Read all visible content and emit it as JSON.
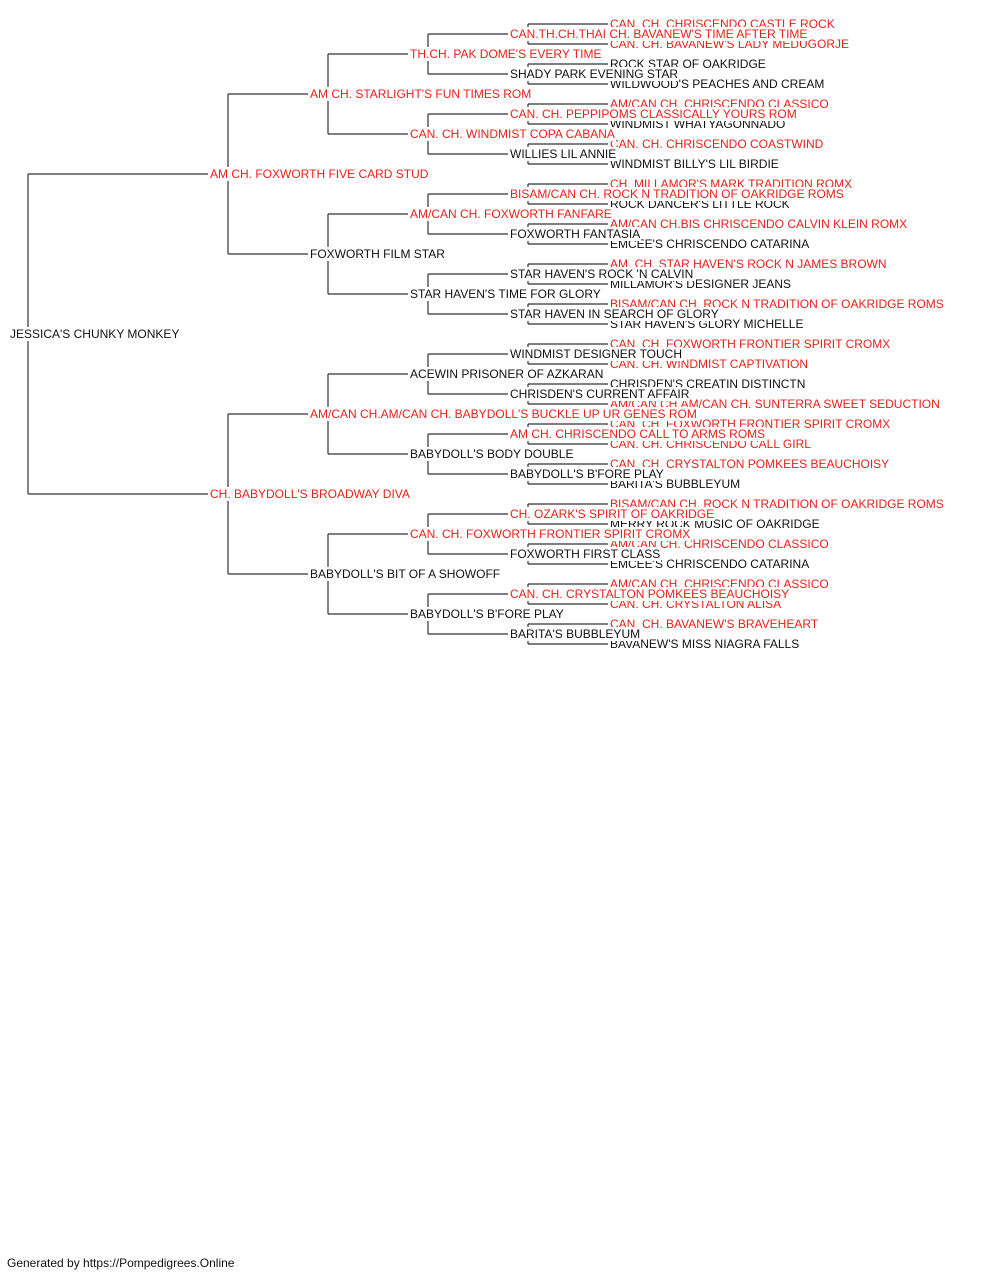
{
  "colors": {
    "champion": "#e8211b",
    "normal": "#111111",
    "line": "#333333"
  },
  "subject": {
    "name": "JESSICA'S CHUNKY MONKEY",
    "ch": false
  },
  "sire": {
    "name": "AM CH. FOXWORTH FIVE CARD STUD",
    "ch": true,
    "sire": {
      "name": "AM CH. STARLIGHT'S FUN TIMES ROM",
      "ch": true,
      "sire": {
        "name": "TH.CH. PAK DOME'S EVERY TIME",
        "ch": true,
        "sire": {
          "name": "CAN.TH.CH.THAI CH. BAVANEW'S TIME AFTER TIME",
          "ch": true,
          "sire": {
            "name": "CAN. CH. CHRISCENDO CASTLE ROCK",
            "ch": true
          },
          "dam": {
            "name": "CAN. CH. BAVANEW'S LADY MEDUGORJE",
            "ch": true
          }
        },
        "dam": {
          "name": "SHADY PARK EVENING STAR",
          "ch": false,
          "sire": {
            "name": "ROCK STAR OF OAKRIDGE",
            "ch": false
          },
          "dam": {
            "name": "WILDWOOD'S PEACHES AND CREAM",
            "ch": false
          }
        }
      },
      "dam": {
        "name": "CAN. CH. WINDMIST COPA CABANA",
        "ch": true,
        "sire": {
          "name": "CAN. CH. PEPPIPOMS CLASSICALLY YOURS ROM",
          "ch": true,
          "sire": {
            "name": "AM/CAN CH. CHRISCENDO CLASSICO",
            "ch": true
          },
          "dam": {
            "name": "WINDMIST WHATYAGONNADO",
            "ch": false
          }
        },
        "dam": {
          "name": "WILLIES LIL ANNIE",
          "ch": false,
          "sire": {
            "name": "CAN. CH. CHRISCENDO COASTWIND",
            "ch": true
          },
          "dam": {
            "name": "WINDMIST BILLY'S LIL BIRDIE",
            "ch": false
          }
        }
      }
    },
    "dam": {
      "name": "FOXWORTH FILM STAR",
      "ch": false,
      "sire": {
        "name": "AM/CAN CH. FOXWORTH FANFARE",
        "ch": true,
        "sire": {
          "name": "BISAM/CAN CH. ROCK N TRADITION OF OAKRIDGE ROMS",
          "ch": true,
          "sire": {
            "name": "CH. MILLAMOR'S MARK TRADITION ROMX",
            "ch": true
          },
          "dam": {
            "name": "ROCK DANCER'S LITTLE ROCK",
            "ch": false
          }
        },
        "dam": {
          "name": "FOXWORTH FANTASIA",
          "ch": false,
          "sire": {
            "name": "AM/CAN CH.BIS CHRISCENDO CALVIN KLEIN ROMX",
            "ch": true
          },
          "dam": {
            "name": "EMCEE'S CHRISCENDO CATARINA",
            "ch": false
          }
        }
      },
      "dam": {
        "name": "STAR HAVEN'S TIME FOR GLORY",
        "ch": false,
        "sire": {
          "name": "STAR HAVEN'S ROCK 'N CALVIN",
          "ch": false,
          "sire": {
            "name": "AM. CH. STAR HAVEN'S ROCK N JAMES BROWN",
            "ch": true
          },
          "dam": {
            "name": "MILLAMOR'S DESIGNER JEANS",
            "ch": false
          }
        },
        "dam": {
          "name": "STAR HAVEN IN SEARCH OF GLORY",
          "ch": false,
          "sire": {
            "name": "BISAM/CAN CH. ROCK N TRADITION OF OAKRIDGE ROMS",
            "ch": true
          },
          "dam": {
            "name": "STAR HAVEN'S GLORY MICHELLE",
            "ch": false
          }
        }
      }
    }
  },
  "dam": {
    "name": "CH. BABYDOLL'S BROADWAY DIVA",
    "ch": true,
    "sire": {
      "name": "AM/CAN CH.AM/CAN CH. BABYDOLL'S BUCKLE UP UR GENES ROM",
      "ch": true,
      "sire": {
        "name": "ACEWIN PRISONER OF AZKARAN",
        "ch": false,
        "sire": {
          "name": "WINDMIST DESIGNER TOUCH",
          "ch": false,
          "sire": {
            "name": "CAN. CH. FOXWORTH FRONTIER SPIRIT CROMX",
            "ch": true
          },
          "dam": {
            "name": "CAN. CH. WINDMIST CAPTIVATION",
            "ch": true
          }
        },
        "dam": {
          "name": "CHRISDEN'S CURRENT AFFAIR",
          "ch": false,
          "sire": {
            "name": "CHRISDEN'S CREATIN DISTINCTN",
            "ch": false
          },
          "dam": {
            "name": "AM/CAN CH.AM/CAN CH. SUNTERRA SWEET SEDUCTION",
            "ch": true
          }
        }
      },
      "dam": {
        "name": "BABYDOLL'S BODY DOUBLE",
        "ch": false,
        "sire": {
          "name": "AM CH. CHRISCENDO CALL TO ARMS ROMS",
          "ch": true,
          "sire": {
            "name": "CAN. CH. FOXWORTH FRONTIER SPIRIT CROMX",
            "ch": true
          },
          "dam": {
            "name": "CAN. CH. CHRISCENDO CALL GIRL",
            "ch": true
          }
        },
        "dam": {
          "name": "BABYDOLL'S B'FORE PLAY",
          "ch": false,
          "sire": {
            "name": "CAN. CH. CRYSTALTON POMKEES BEAUCHOISY",
            "ch": true
          },
          "dam": {
            "name": "BARITA'S BUBBLEYUM",
            "ch": false
          }
        }
      }
    },
    "dam": {
      "name": "BABYDOLL'S BIT OF A SHOWOFF",
      "ch": false,
      "sire": {
        "name": "CAN. CH. FOXWORTH FRONTIER SPIRIT CROMX",
        "ch": true,
        "sire": {
          "name": "CH. OZARK'S SPIRIT OF OAKRIDGE",
          "ch": true,
          "sire": {
            "name": "BISAM/CAN CH. ROCK N TRADITION OF OAKRIDGE ROMS",
            "ch": true
          },
          "dam": {
            "name": "MERRY ROCK MUSIC OF OAKRIDGE",
            "ch": false
          }
        },
        "dam": {
          "name": "FOXWORTH FIRST CLASS",
          "ch": false,
          "sire": {
            "name": "AM/CAN CH. CHRISCENDO CLASSICO",
            "ch": true
          },
          "dam": {
            "name": "EMCEE'S CHRISCENDO CATARINA",
            "ch": false
          }
        }
      },
      "dam": {
        "name": "BABYDOLL'S B'FORE PLAY",
        "ch": false,
        "sire": {
          "name": "CAN. CH. CRYSTALTON POMKEES BEAUCHOISY",
          "ch": true,
          "sire": {
            "name": "AM/CAN CH. CHRISCENDO CLASSICO",
            "ch": true
          },
          "dam": {
            "name": "CAN. CH. CRYSTALTON ALISA",
            "ch": true
          }
        },
        "dam": {
          "name": "BARITA'S BUBBLEYUM",
          "ch": false,
          "sire": {
            "name": "CAN. CH. BAVANEW'S BRAVEHEART",
            "ch": true
          },
          "dam": {
            "name": "BAVANEW'S MISS NIAGRA FALLS",
            "ch": false
          }
        }
      }
    }
  },
  "footer": "Generated by https://Pompedigrees.Online"
}
